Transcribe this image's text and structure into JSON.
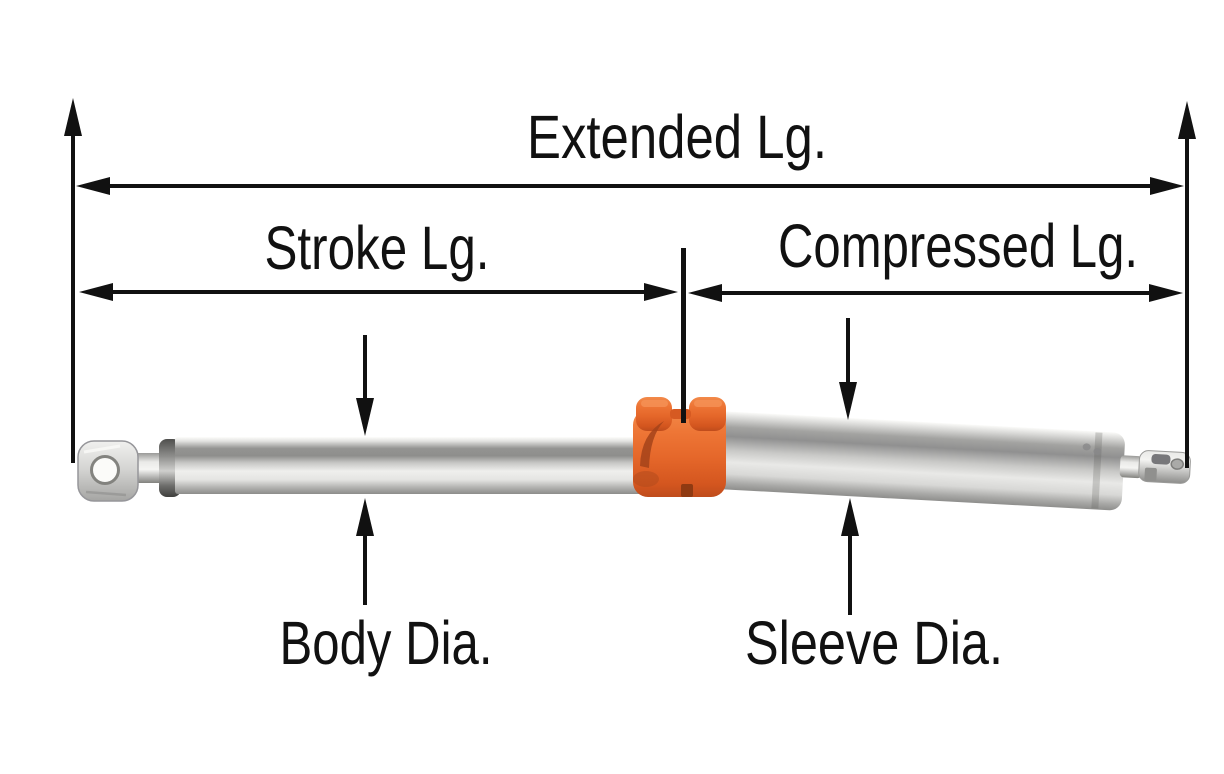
{
  "diagram": {
    "title_hint": "gas-spring-dimension-diagram",
    "background_color": "#ffffff",
    "line_color": "#111111",
    "accent_orange": "#e5672a",
    "metal_light": "#f2f2f0",
    "metal_dark": "#8c8c8a",
    "labels": {
      "extended": "Extended Lg.",
      "stroke": "Stroke Lg.",
      "compressed": "Compressed Lg.",
      "body_dia": "Body Dia.",
      "sleeve_dia": "Sleeve Dia."
    }
  }
}
